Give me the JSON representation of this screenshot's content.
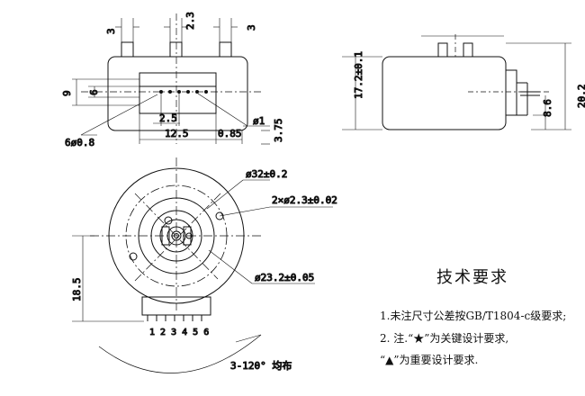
{
  "dims": {
    "top_pin_left": "3",
    "top_pin_mid": "2.3",
    "top_pin_right": "3",
    "h9": "9",
    "h6": "6",
    "p25": "2.5",
    "w125": "12.5",
    "w085": "0.85",
    "d1": "ø1",
    "holes": "6ø0.8",
    "v375": "3.75",
    "h172": "17.2±0.1",
    "h202": "20.2",
    "h86": "8.6",
    "d32": "ø32±0.2",
    "holes2": "2×ø2.3±0.02",
    "h185": "18.5",
    "d232": "ø23.2±0.05",
    "angle": "3-120° 均布",
    "pins": "1 2 3 4 5 6"
  },
  "notes": {
    "title": "技术要求",
    "line1": "1.未注尺寸公差按GB/T1804-c级要求;",
    "line2": "2.  注.“★”为关键设计要求,",
    "line3": "“▲”为重要设计要求."
  }
}
